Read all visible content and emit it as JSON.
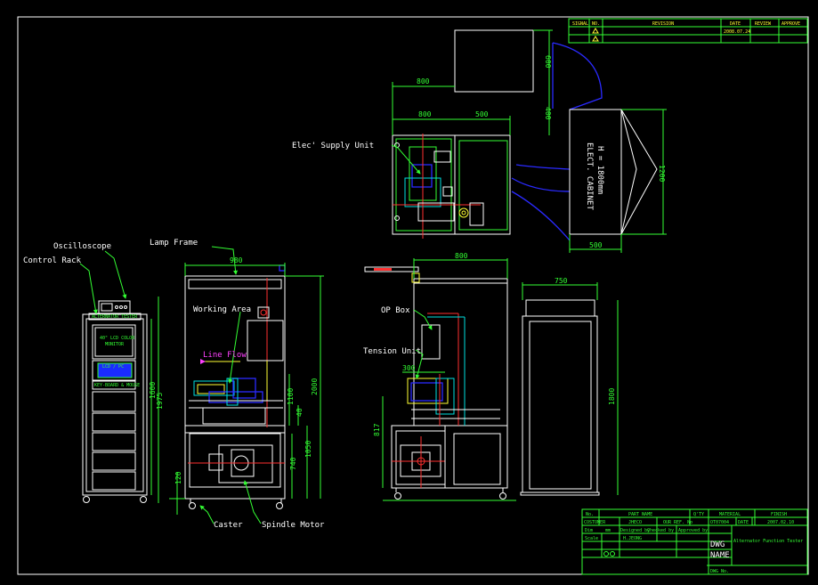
{
  "labels": {
    "oscilloscope": "Oscilloscope",
    "control_rack": "Control Rack",
    "lamp_frame": "Lamp Frame",
    "working_area": "Working Area",
    "line_flow": "Line Flow",
    "elec_supply_unit": "Elec' Supply Unit",
    "op_box": "OP Box",
    "tension_unit": "Tension Unit",
    "caster": "Caster",
    "spindle_motor": "Spindle Motor",
    "elect_cabinet_1": "ELECT. CABINET",
    "elect_cabinet_2": "H = 1800mm"
  },
  "rack_text": {
    "screen_1": "40\" LCD COLOR",
    "screen_2": "MONITOR",
    "panel": "LCD / PC",
    "keyboard": "KEY-BOARD & MOUSE",
    "header": "ALTERNATOR TESTER"
  },
  "dimensions": {
    "top_800": "800",
    "top_600": "600",
    "top_800b": "800",
    "top_500": "500",
    "top_400": "400",
    "cab_1200": "1200",
    "cab_500": "500",
    "front_980": "980",
    "front_2000": "2000",
    "front_1100": "1100",
    "front_40": "40",
    "front_1050": "1050",
    "front_740": "740",
    "front_120": "120",
    "rack_1600": "1600",
    "rack_1975": "1975",
    "side_800": "800",
    "side_300": "300",
    "side_817": "817",
    "right_750": "750",
    "right_1800": "1800"
  },
  "revision_block": {
    "headers": [
      "SIGNAL",
      "NO.",
      "REVISION",
      "DATE",
      "REVIEW",
      "APPROVE"
    ],
    "row1_date": "2008.07.24"
  },
  "title_block": {
    "no": "No.",
    "part_name": "PART NAME",
    "qty": "Q'TY",
    "material": "MATERIAL",
    "finish": "FINISH",
    "customer_label": "COSTOMER",
    "customer": "JHECO",
    "our_ref_label": "OUR REF. No",
    "our_ref": "OT07004",
    "date_label": "DATE",
    "date": "2007.02.10",
    "dim": "Dim",
    "mm": "mm",
    "designed_by": "Designed by",
    "checked_by": "Checked by",
    "approved_by": "Approved by",
    "scale": "Scale",
    "designer": "H.JEONG",
    "title": "Alternator Function Tester",
    "dwg_name_1": "DWG",
    "dwg_name_2": "NAME",
    "dwg_no": "DWG No."
  }
}
